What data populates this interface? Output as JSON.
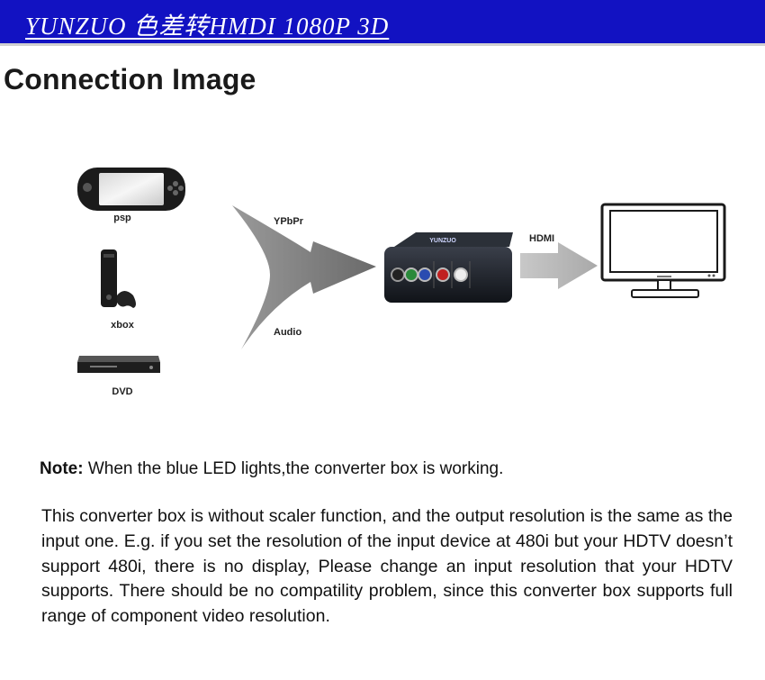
{
  "banner": {
    "title": "YUNZUO 色差转HMDI 1080P 3D",
    "color": "#1212c2"
  },
  "heading": "Connection Image",
  "diagram": {
    "devices": [
      {
        "label": "psp",
        "icon": "psp-handheld-icon"
      },
      {
        "label": "xbox",
        "icon": "xbox-console-icon"
      },
      {
        "label": "DVD",
        "icon": "dvd-player-icon"
      }
    ],
    "input_labels": {
      "video": "YPbPr",
      "audio": "Audio"
    },
    "converter": {
      "brand": "YUNZUO",
      "icon": "converter-box-icon"
    },
    "output_label": "HDMI",
    "display": {
      "icon": "hdtv-monitor-icon"
    }
  },
  "note": {
    "label": "Note:",
    "text": " When the blue LED lights,the converter box is working."
  },
  "paragraph": "This converter box is without scaler function, and the output resolution is the same as the input one. E.g. if you set the resolution of the input device at 480i but your HDTV doesn’t support 480i, there is no display, Please change an input resolution that your HDTV supports. There should be no compatility problem, since this converter box supports full range of component video resolution."
}
